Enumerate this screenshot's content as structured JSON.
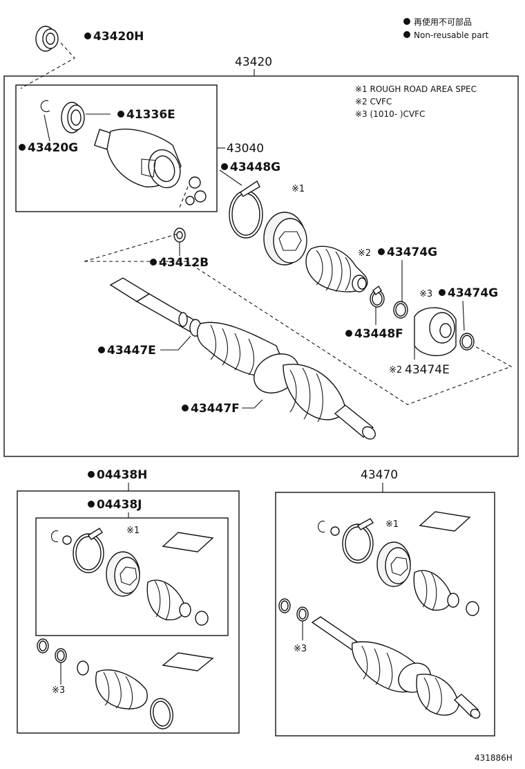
{
  "legend": {
    "jp": "再使用不可部品",
    "en": "Non-reusable part"
  },
  "notes": [
    "※1 ROUGH ROAD AREA SPEC",
    "※2 CVFC",
    "※3 (1010-      )CVFC"
  ],
  "markers": {
    "m1": "※1",
    "m2": "※2",
    "m3": "※3"
  },
  "labels": {
    "p43420H": "43420H",
    "p43420": "43420",
    "p41336E": "41336E",
    "p43420G": "43420G",
    "p43040": "43040",
    "p43448G": "43448G",
    "p43412B": "43412B",
    "p43474G_a": "43474G",
    "p43474G_b": "43474G",
    "p43448F": "43448F",
    "p43474E": "43474E",
    "p43447E": "43447E",
    "p43447F": "43447F",
    "p04438H": "04438H",
    "p04438J": "04438J",
    "p43470": "43470"
  },
  "figure_id": "431886H"
}
